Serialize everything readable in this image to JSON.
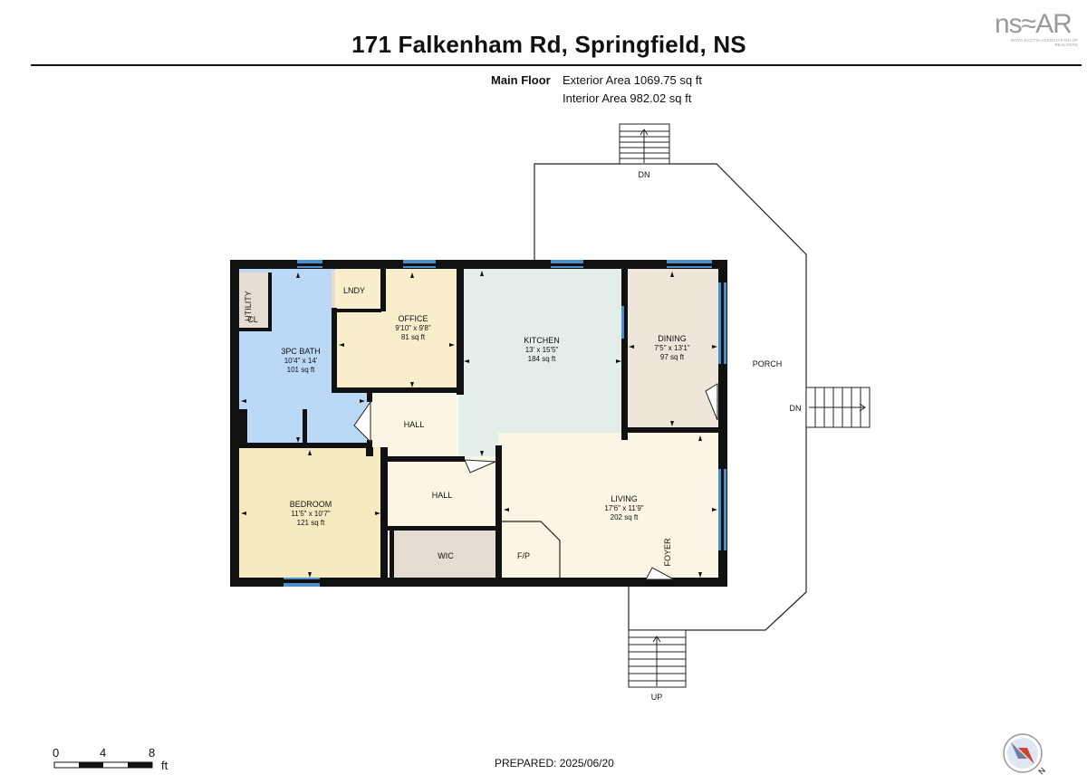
{
  "title": "171 Falkenham Rd, Springfield, NS",
  "logo": {
    "mark": "ns≈AR",
    "tagline": "NOVA SCOTIA ASSOCIATION OF REALTORS"
  },
  "floor": {
    "label": "Main Floor",
    "exterior_area": "Exterior Area 1069.75 sq ft",
    "interior_area": "Interior Area 982.02 sq ft"
  },
  "rooms": {
    "utility": "UTILITY",
    "cl": "CL",
    "lndy": "LNDY",
    "office": {
      "name": "OFFICE",
      "dims": "9'10\" x 9'8\"",
      "area": "81 sq ft"
    },
    "bath": {
      "name": "3PC BATH",
      "dims": "10'4\" x 14'",
      "area": "101 sq ft"
    },
    "kitchen": {
      "name": "KITCHEN",
      "dims": "13' x 15'5\"",
      "area": "184 sq ft"
    },
    "dining": {
      "name": "DINING",
      "dims": "7'5\" x 13'1\"",
      "area": "97 sq ft"
    },
    "hall_upper": "HALL",
    "hall_lower": "HALL",
    "bedroom": {
      "name": "BEDROOM",
      "dims": "11'5\" x 10'7\"",
      "area": "121 sq ft"
    },
    "wic": "WIC",
    "living": {
      "name": "LIVING",
      "dims": "17'6\" x 11'9\"",
      "area": "202 sq ft"
    },
    "fp": "F/P",
    "foyer": "FOYER",
    "porch": "PORCH"
  },
  "stairs": {
    "top": "DN",
    "right": "DN",
    "bottom": "UP"
  },
  "scale_bar": {
    "ticks": [
      "0",
      "4",
      "8"
    ],
    "unit": "ft"
  },
  "prepared": "PREPARED: 2025/06/20",
  "colors": {
    "wall": "#111111",
    "bath": "#bcd8f7",
    "office": "#f8eecb",
    "kitchen": "#e4eee9",
    "dining": "#eee6d8",
    "hall": "#fbf6e3",
    "bedroom": "#f8eac0",
    "wic": "#e6ddd2",
    "living": "#fbf6e3",
    "window": "#4d8fcc"
  }
}
